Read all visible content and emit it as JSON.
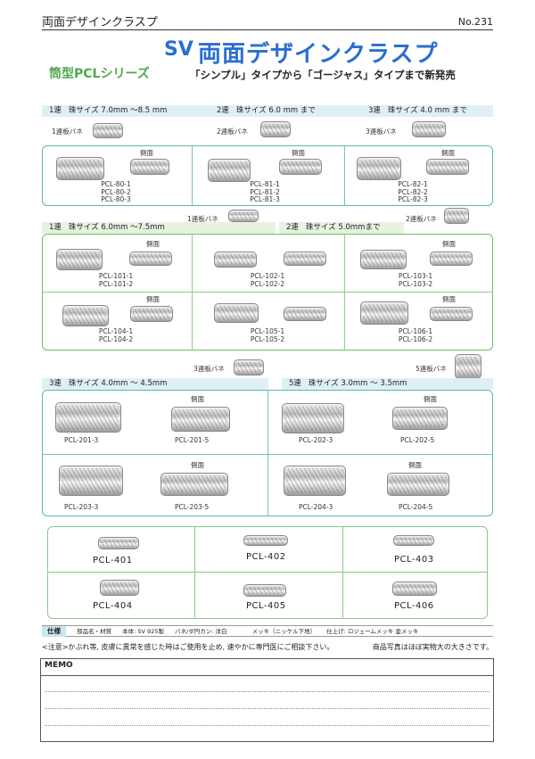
{
  "header": {
    "title": "両面デザインクラスプ",
    "number": "No.231"
  },
  "main_title": {
    "prefix": "SV",
    "title": "両面デザインクラスプ",
    "series": "筒型PCLシリーズ",
    "subtitle": "「シンプル」タイプから「ゴージャス」タイプまで新発売"
  },
  "section1": {
    "bars": [
      {
        "ren": "1連",
        "size": "珠サイズ 7.0mm 〜8.5 mm"
      },
      {
        "ren": "2連",
        "size": "珠サイズ 6.0 mm まで"
      },
      {
        "ren": "3連",
        "size": "珠サイズ 4.0 mm まで"
      }
    ],
    "springs": [
      "1連板バネ",
      "2連板バネ",
      "3連板バネ"
    ],
    "side": "側面",
    "items": [
      {
        "codes": [
          "PCL-80-1",
          "PCL-80-2",
          "PCL-80-3"
        ]
      },
      {
        "codes": [
          "PCL-81-1",
          "PCL-81-2",
          "PCL-81-3"
        ]
      },
      {
        "codes": [
          "PCL-82-1",
          "PCL-82-2",
          "PCL-82-3"
        ]
      }
    ]
  },
  "section2": {
    "bars": [
      {
        "ren": "1連",
        "size": "珠サイズ 6.0mm 〜7.5mm"
      },
      {
        "ren": "2連",
        "size": "珠サイズ 5.0mmまで"
      }
    ],
    "springs": [
      "1連板バネ",
      "2連板バネ"
    ],
    "side": "側面",
    "items": [
      {
        "codes": [
          "PCL-101-1",
          "PCL-101-2"
        ]
      },
      {
        "codes": [
          "PCL-102-1",
          "PCL-102-2"
        ]
      },
      {
        "codes": [
          "PCL-103-1",
          "PCL-103-2"
        ]
      },
      {
        "codes": [
          "PCL-104-1",
          "PCL-104-2"
        ]
      },
      {
        "codes": [
          "PCL-105-1",
          "PCL-105-2"
        ]
      },
      {
        "codes": [
          "PCL-106-1",
          "PCL-106-2"
        ]
      }
    ]
  },
  "section3": {
    "bars": [
      {
        "ren": "3連",
        "size": "珠サイズ 4.0mm 〜 4.5mm"
      },
      {
        "ren": "5連",
        "size": "珠サイズ 3.0mm 〜 3.5mm"
      }
    ],
    "springs": [
      "3連板バネ",
      "5連板バネ"
    ],
    "side": "側面",
    "items": [
      "PCL-201-3",
      "PCL-201-5",
      "PCL-202-3",
      "PCL-202-5",
      "PCL-203-3",
      "PCL-203-5",
      "PCL-204-3",
      "PCL-204-5"
    ]
  },
  "section4": {
    "items": [
      "PCL-401",
      "PCL-402",
      "PCL-403",
      "PCL-404",
      "PCL-405",
      "PCL-406"
    ]
  },
  "spec": {
    "key": "仕様",
    "c1": "部品名・材質",
    "c2": "本体: SV 925製",
    "c3": "バネ/ダ円カン: 洋白",
    "c4": "メッキ（ニッケル下地）",
    "c5": "仕上げ: ロジュームメッキ 金メッキ"
  },
  "notes": {
    "left": "<注意>かぶれ等, 皮膚に異常を感じた時はご使用を止め, 速やかに専門医にご相談下さい。",
    "right": "商品写真はほぼ実物大の大きさです。"
  },
  "memo": {
    "title": "MEMO"
  },
  "colors": {
    "accent": "#2a6fd0",
    "series": "#4fa84f",
    "bar_blue": "#dff0f5",
    "bar_green": "#e5f3e0"
  }
}
